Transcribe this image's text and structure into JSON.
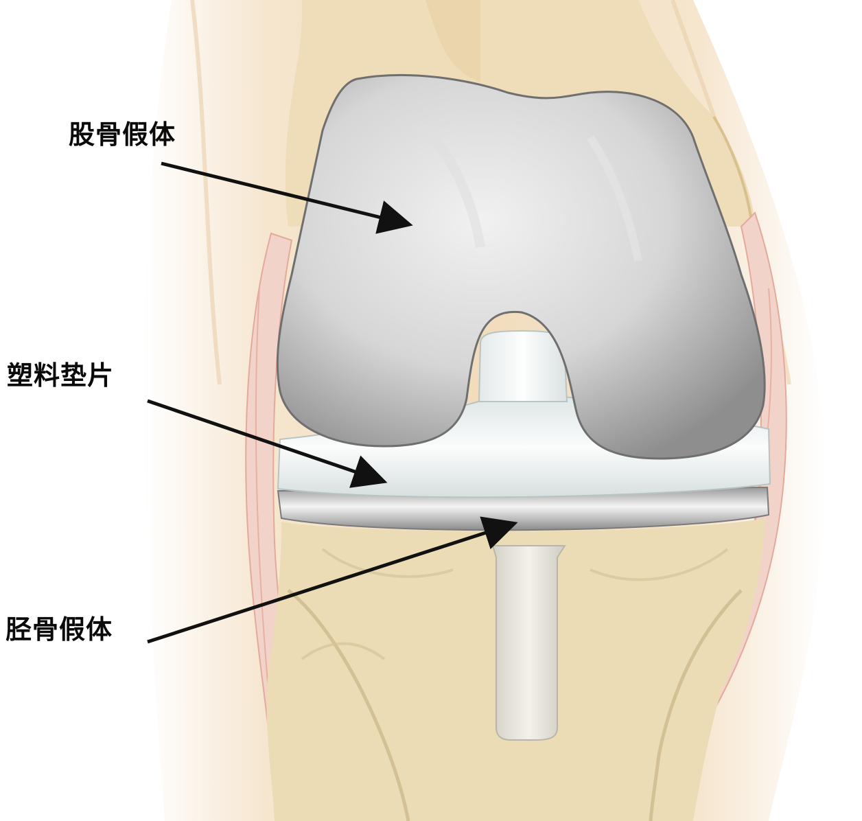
{
  "labels": {
    "femoral_component": "股骨假体",
    "plastic_insert": "塑料垫片",
    "tibial_component": "胫骨假体"
  },
  "colors": {
    "background": "#ffffff",
    "skin": "#f3dfc3",
    "bone": "#ecdcb5",
    "bone_shadow": "#cdb98c",
    "ligament": "#f0c9bd",
    "metal": "#c9c9c9",
    "metal_dark": "#8f8f8f",
    "plastic": "#eef2f2",
    "arrow": "#111111",
    "label_text": "#0a0a0a"
  },
  "illustration": {
    "subject": "knee-prosthesis-illustration"
  }
}
